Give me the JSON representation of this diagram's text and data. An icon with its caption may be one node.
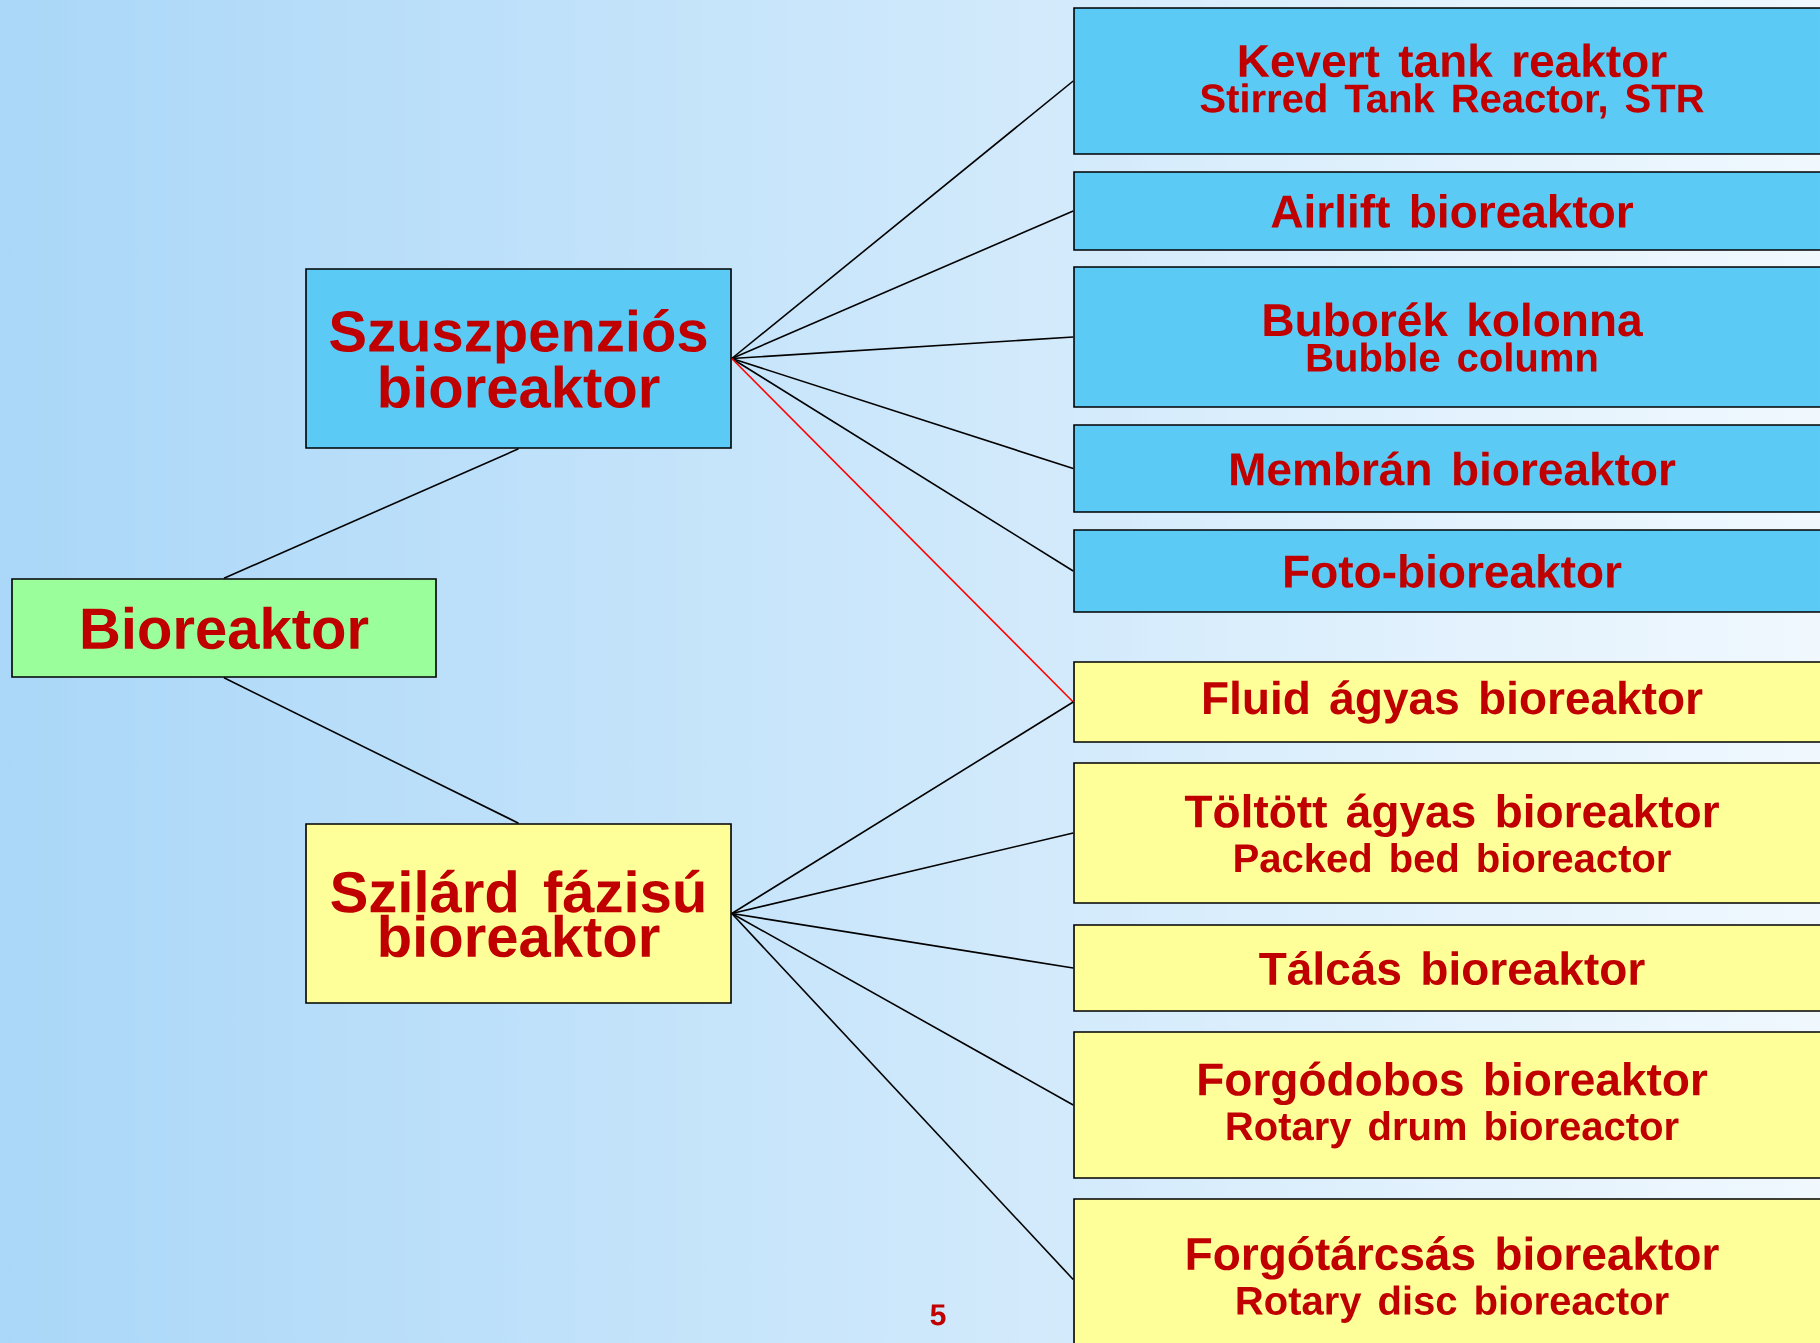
{
  "diagram": {
    "nodes": [
      {
        "text": [
          "Bioreaktor"
        ]
      },
      {
        "text": [
          "Szuszpenziós bioreaktor"
        ]
      },
      {
        "text": [
          "Szilárd fázisú bioreaktor"
        ]
      },
      {
        "text": [
          "Kevert tank reaktor",
          "Stirred Tank Reactor, STR"
        ]
      },
      {
        "text": [
          "Airlift bioreaktor"
        ]
      },
      {
        "text": [
          "Buborék kolonna",
          "Bubble column"
        ]
      },
      {
        "text": [
          "Membrán bioreaktor"
        ]
      },
      {
        "text": [
          "Foto-bioreaktor"
        ]
      },
      {
        "text": [
          "Fluid ágyas bioreaktor"
        ]
      },
      {
        "text": [
          "Töltött ágyas bioreaktor",
          "Packed bed bioreactor"
        ]
      },
      {
        "text": [
          "Tálcás bioreaktor"
        ]
      },
      {
        "text": [
          "Forgódobos bioreaktor",
          "Rotary drum bioreactor"
        ]
      },
      {
        "text": [
          "Forgótárcsás bioreaktor",
          "Rotary disc bioreactor"
        ]
      }
    ],
    "edges": [
      {
        "from": 0,
        "to": 1,
        "arrow": "none"
      },
      {
        "from": 0,
        "to": 2,
        "arrow": "none"
      },
      {
        "from": 1,
        "to": 3,
        "arrow": "none"
      },
      {
        "from": 1,
        "to": 4,
        "arrow": "none"
      },
      {
        "from": 1,
        "to": 5,
        "arrow": "none"
      },
      {
        "from": 1,
        "to": 6,
        "arrow": "none"
      },
      {
        "from": 1,
        "to": 7,
        "arrow": "none"
      },
      {
        "from": 1,
        "to": 8,
        "arrow": "none",
        "color": "#ff0000"
      },
      {
        "from": 2,
        "to": 8,
        "arrow": "none"
      },
      {
        "from": 2,
        "to": 9,
        "arrow": "none"
      },
      {
        "from": 2,
        "to": 10,
        "arrow": "none"
      },
      {
        "from": 2,
        "to": 11,
        "arrow": "none"
      },
      {
        "from": 2,
        "to": 12,
        "arrow": "none"
      }
    ],
    "labels": [
      "5"
    ]
  }
}
